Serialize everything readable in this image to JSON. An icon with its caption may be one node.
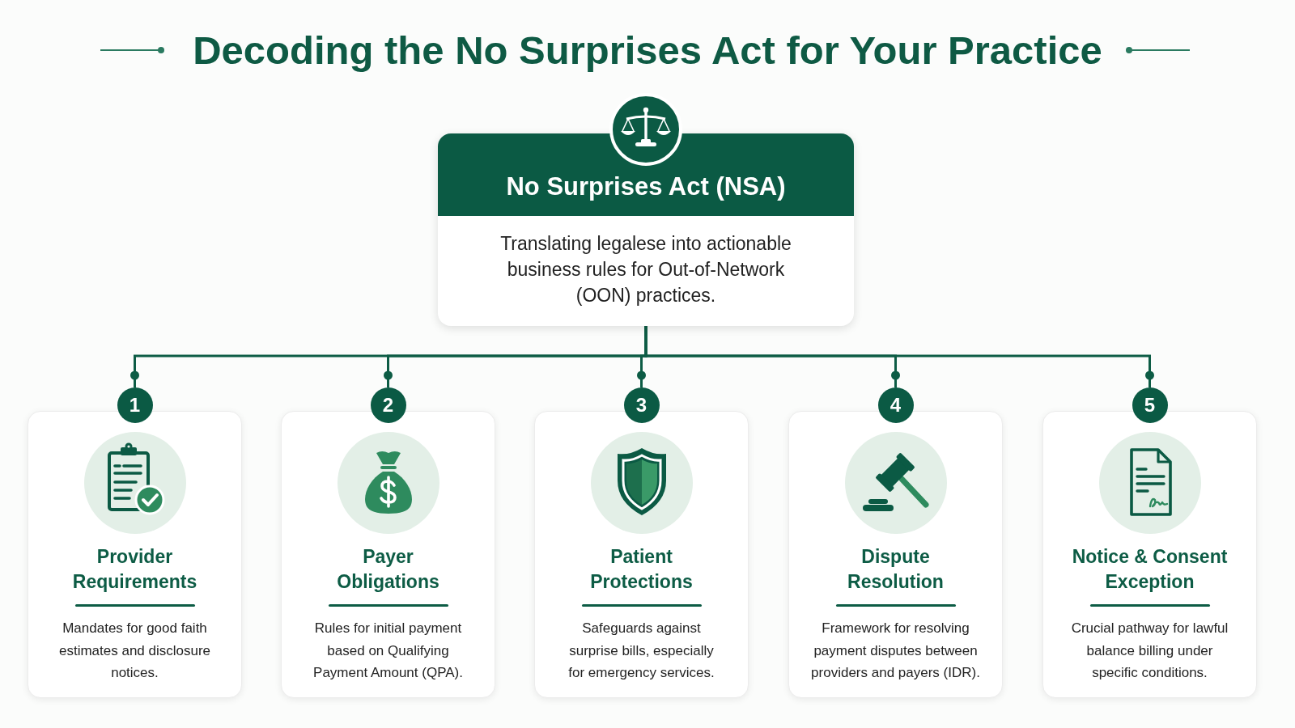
{
  "diagram": {
    "title": "Decoding the No Surprises Act for Your Practice",
    "nodes": [
      {
        "text": [
          "No Surprises Act (NSA)",
          "Translating legalese into actionable business rules for Out-of-Network (OON) practices."
        ]
      },
      {
        "text": [
          "1"
        ]
      },
      {
        "text": [
          "Provider Requirements",
          "Mandates for good faith estimates and disclosure notices."
        ]
      },
      {
        "text": [
          "2"
        ]
      },
      {
        "text": [
          "Payer Obligations",
          "Rules for initial payment based on Qualifying Payment Amount (QPA)."
        ]
      },
      {
        "text": [
          "3"
        ]
      },
      {
        "text": [
          "Patient Protections",
          "Safeguards against surprise bills, especially for emergency services."
        ]
      },
      {
        "text": [
          "4"
        ]
      },
      {
        "text": [
          "Dispute Resolution",
          "Framework for resolving payment disputes between providers and payers (IDR)."
        ]
      },
      {
        "text": [
          "5"
        ]
      },
      {
        "text": [
          "Notice & Consent Exception",
          "Crucial pathway for lawful balance billing under specific conditions."
        ]
      }
    ],
    "edges": [
      {
        "from": 0,
        "to": 1,
        "arrow": "other"
      },
      {
        "from": 0,
        "to": 3,
        "arrow": "other"
      },
      {
        "from": 0,
        "to": 5,
        "arrow": "other"
      },
      {
        "from": 0,
        "to": 7,
        "arrow": "other"
      },
      {
        "from": 0,
        "to": 9,
        "arrow": "other"
      }
    ]
  }
}
